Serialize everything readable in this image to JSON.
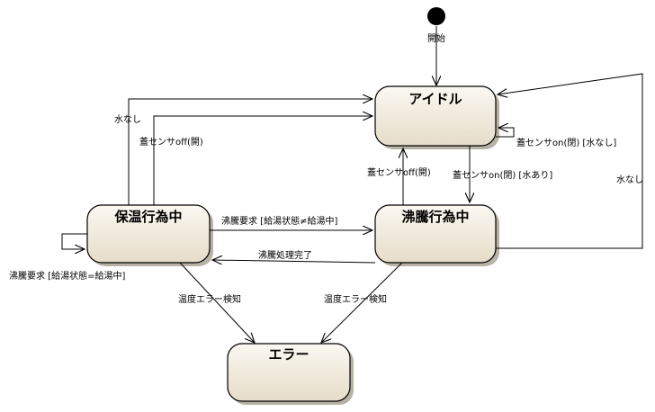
{
  "initial_label": "開始",
  "states": {
    "idle": "アイドル",
    "keep_warm": "保温行為中",
    "boiling": "沸騰行為中",
    "error": "エラー"
  },
  "transitions": {
    "no_water_left": "水なし",
    "lid_sensor_off_left": "蓋センサoff(開)",
    "lid_sensor_on_self": "蓋センサon(閉) [水なし]",
    "lid_sensor_off_boil": "蓋センサoff(開)",
    "lid_sensor_on_boil": "蓋センサon(閉) [水あり]",
    "no_water_right": "水なし",
    "boil_request_cond_ne": "沸騰要求 [給湯状態≠給湯中]",
    "boil_complete": "沸騰処理完了",
    "boil_request_cond_eq": "沸騰要求 [給湯状態=給湯中]",
    "temp_error_left": "温度エラー検知",
    "temp_error_right": "温度エラー検知"
  },
  "colors": {
    "state_fill_light": "#fbf8f2",
    "state_fill_dark": "#e6dcc8",
    "stroke": "#000000"
  }
}
